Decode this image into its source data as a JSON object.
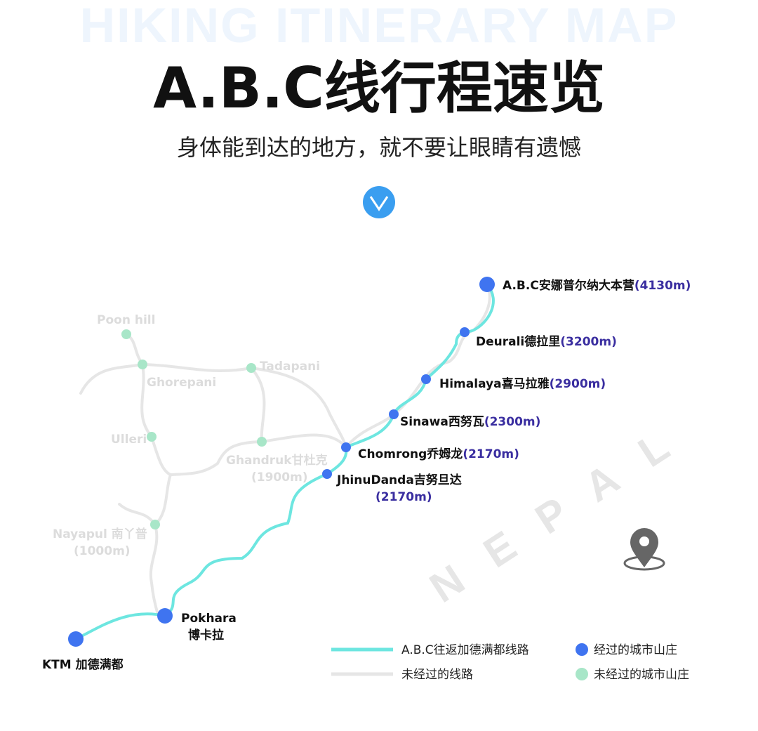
{
  "watermark": "HIKING ITINERARY MAP",
  "title": "A.B.C线行程速览",
  "subtitle": "身体能到达的地方，就不要让眼睛有遗憾",
  "country_label": "NEPAL",
  "colors": {
    "route": "#6de6e0",
    "unvisited_route": "#e6e6e6",
    "visited": "#3f74f0",
    "unvisited": "#a8e6c8",
    "elevation": "#3a2ea0",
    "accent": "#3a9ef0"
  },
  "visited": [
    {
      "name": "A.B.C安娜普尔纳大本营",
      "elev": "(4130m)"
    },
    {
      "name": "Deurali德拉里",
      "elev": "(3200m)"
    },
    {
      "name": "Himalaya喜马拉雅",
      "elev": "(2900m)"
    },
    {
      "name": "Sinawa西努瓦",
      "elev": "(2300m)"
    },
    {
      "name": "Chomrong乔姆龙",
      "elev": "(2170m)"
    },
    {
      "name": "JhinuDanda吉努旦达",
      "elev": "(2170m)"
    },
    {
      "name": "Pokhara",
      "name2": "博卡拉"
    },
    {
      "name": "KTM 加德满都"
    }
  ],
  "unvisited": [
    {
      "name": "Poon hill"
    },
    {
      "name": "Ghorepani"
    },
    {
      "name": "Tadapani"
    },
    {
      "name": "Ulleri"
    },
    {
      "name": "Ghandruk甘杜克",
      "elev": "(1900m)"
    },
    {
      "name": "Nayapul 南丫普",
      "elev": "(1000m)"
    }
  ],
  "legend": {
    "route": "A.B.C往返加德满都线路",
    "unvisited_route": "未经过的线路",
    "visited": "经过的城市山庄",
    "unvisited": "未经过的城市山庄"
  }
}
